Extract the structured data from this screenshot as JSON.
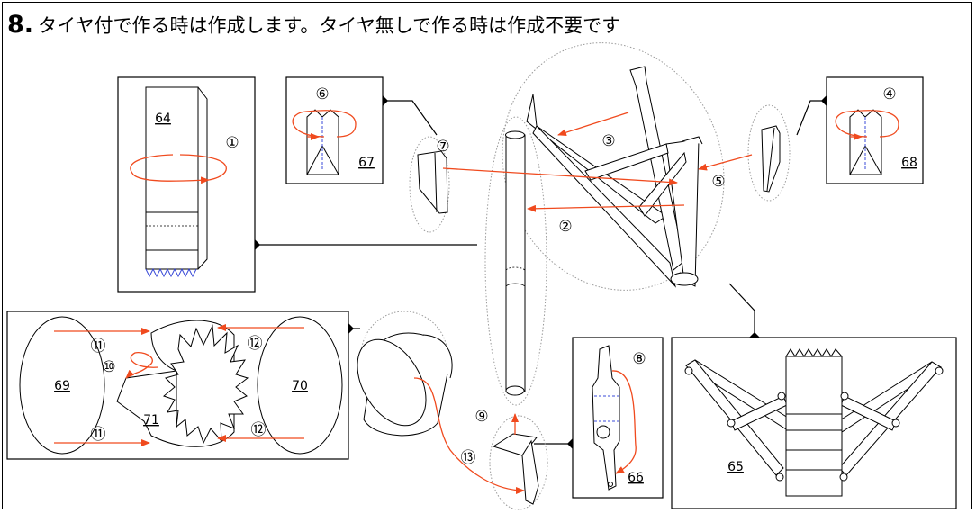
{
  "title": {
    "step_number": "8.",
    "text": "タイヤ付で作る時は作成します。タイヤ無しで作る時は作成不要です"
  },
  "part_numbers": {
    "p64": "64",
    "p65": "65",
    "p66": "66",
    "p67": "67",
    "p68": "68",
    "p69": "69",
    "p70": "70",
    "p71": "71"
  },
  "step_labels": {
    "s1": "①",
    "s2": "②",
    "s3": "③",
    "s4": "④",
    "s5": "⑤",
    "s6": "⑥",
    "s7": "⑦",
    "s8": "⑧",
    "s9": "⑨",
    "s10": "⑩",
    "s11a": "⑪",
    "s11b": "⑪",
    "s12a": "⑫",
    "s12b": "⑫",
    "s13": "⑬"
  },
  "colors": {
    "arrow": "#f04a1e",
    "outline": "#000000",
    "dotted_group": "#999999",
    "fold_line": "#3b4bd8"
  }
}
